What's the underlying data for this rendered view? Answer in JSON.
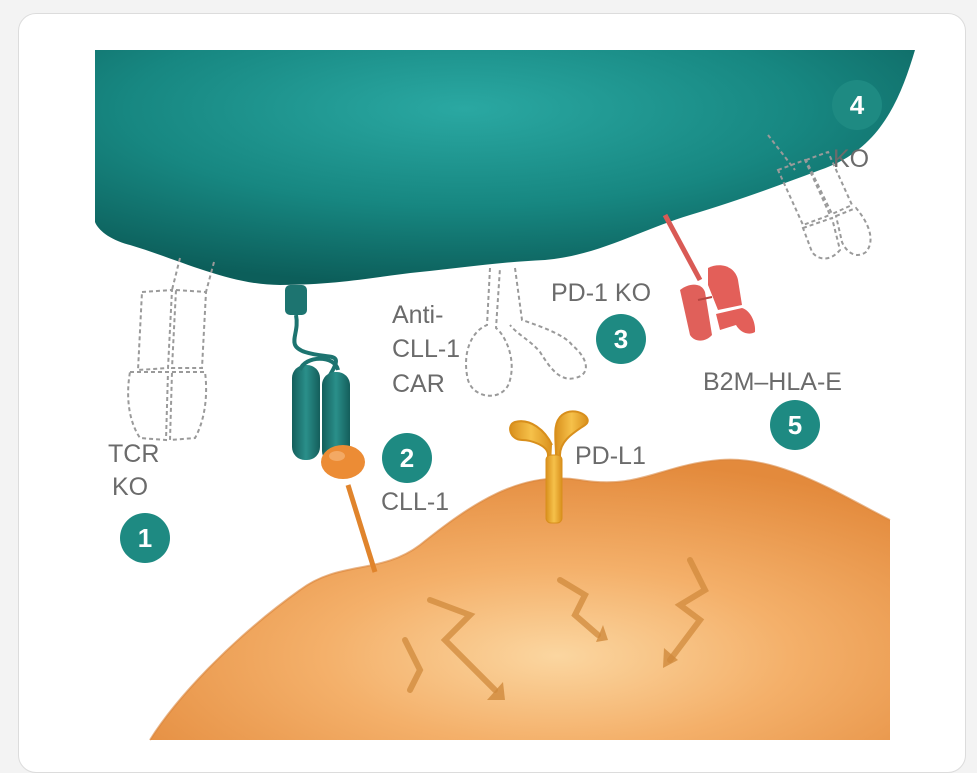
{
  "labels": {
    "tcr_ko_line1": "TCR",
    "tcr_ko_line2": "KO",
    "anti_line1": "Anti-",
    "anti_line2": "CLL-1",
    "anti_line3": "CAR",
    "cll1": "CLL-1",
    "pd1_ko": "PD-1 KO",
    "pdl1": "PD-L1",
    "ko_top": "KO",
    "b2m_hla_e": "B2M–HLA-E"
  },
  "badges": {
    "b1": "1",
    "b2": "2",
    "b3": "3",
    "b4": "4",
    "b5": "5"
  },
  "colors": {
    "t_cell": "#1a8c87",
    "t_cell_dark": "#0f5f5c",
    "target_cell": "#f0a050",
    "target_cell_light": "#f7c585",
    "car": "#1f7572",
    "cll1_antigen": "#e8872e",
    "pdl1": "#eaa72a",
    "b2m_hla_e": "#e0605a",
    "badge": "#1e8a82",
    "ghost_outline": "#9a9a9a",
    "label_text": "#6b6b6b"
  }
}
